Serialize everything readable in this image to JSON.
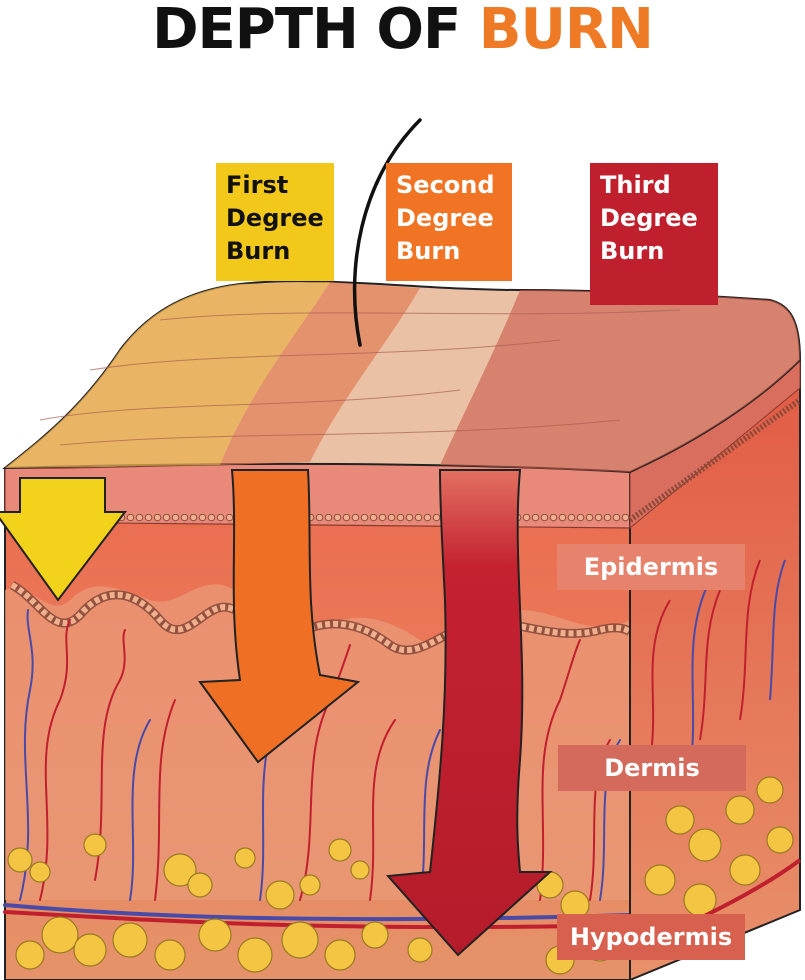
{
  "title": {
    "word1": "DEPTH OF",
    "word2": "BURN"
  },
  "burn_labels": [
    {
      "lines": [
        "First",
        "Degree",
        "Burn"
      ]
    },
    {
      "lines": [
        "Second",
        "Degree",
        "Burn"
      ]
    },
    {
      "lines": [
        "Third",
        "Degree",
        "Burn"
      ]
    }
  ],
  "layers": {
    "epidermis": "Epidermis",
    "dermis": "Dermis",
    "hypodermis": "Hypodermis"
  },
  "colors": {
    "title_dark": "#111111",
    "title_accent": "#ef7a26",
    "first_degree": "#f2c81b",
    "second_degree": "#f07424",
    "third_degree": "#c0202d",
    "epidermis": "#e7826c",
    "dermis": "#d46a5c",
    "hypodermis_fat": "#f4c542"
  }
}
